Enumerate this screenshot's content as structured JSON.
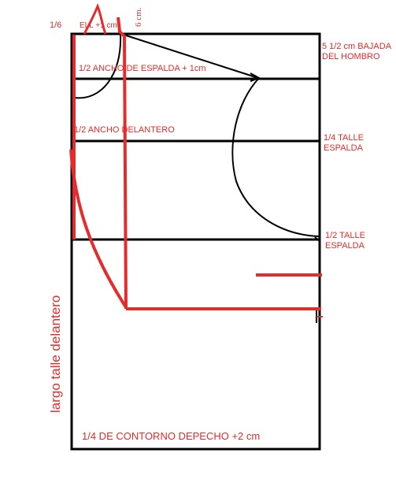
{
  "colors": {
    "ink": "#000000",
    "pattern_red": "#e52b2b",
    "background": "#ffffff"
  },
  "labels": {
    "neck_a": "1/6",
    "neck_b": "ELL +1 cm",
    "neck_depth": "6 cm.",
    "back_width": "1/2 ANCHO DE ESPALDA + 1cm",
    "front_width": "1/2 ANCHO DELANTERO",
    "shoulder_drop": "5 1/2 cm BAJADA DEL HOMBRO",
    "quarter_back_waist": "1/4 TALLE ESPALDA",
    "half_back_waist": "1/2 TALLE ESPALDA",
    "chest_contour": "1/4 DE CONTORNO DEPECHO +2 cm",
    "front_length": "largo talle delantero"
  }
}
